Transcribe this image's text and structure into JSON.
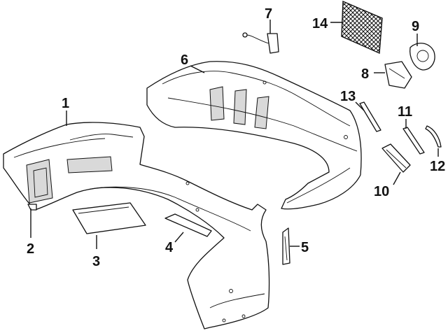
{
  "diagram": {
    "callouts": [
      {
        "id": "1",
        "label": "1"
      },
      {
        "id": "2",
        "label": "2"
      },
      {
        "id": "3",
        "label": "3"
      },
      {
        "id": "4",
        "label": "4"
      },
      {
        "id": "5",
        "label": "5"
      },
      {
        "id": "6",
        "label": "6"
      },
      {
        "id": "7",
        "label": "7"
      },
      {
        "id": "8",
        "label": "8"
      },
      {
        "id": "9",
        "label": "9"
      },
      {
        "id": "10",
        "label": "10"
      },
      {
        "id": "11",
        "label": "11"
      },
      {
        "id": "12",
        "label": "12"
      },
      {
        "id": "13",
        "label": "13"
      },
      {
        "id": "14",
        "label": "14"
      }
    ]
  },
  "colors": {
    "line": "#111111",
    "background": "#ffffff",
    "shading": "#d9d9d9"
  }
}
